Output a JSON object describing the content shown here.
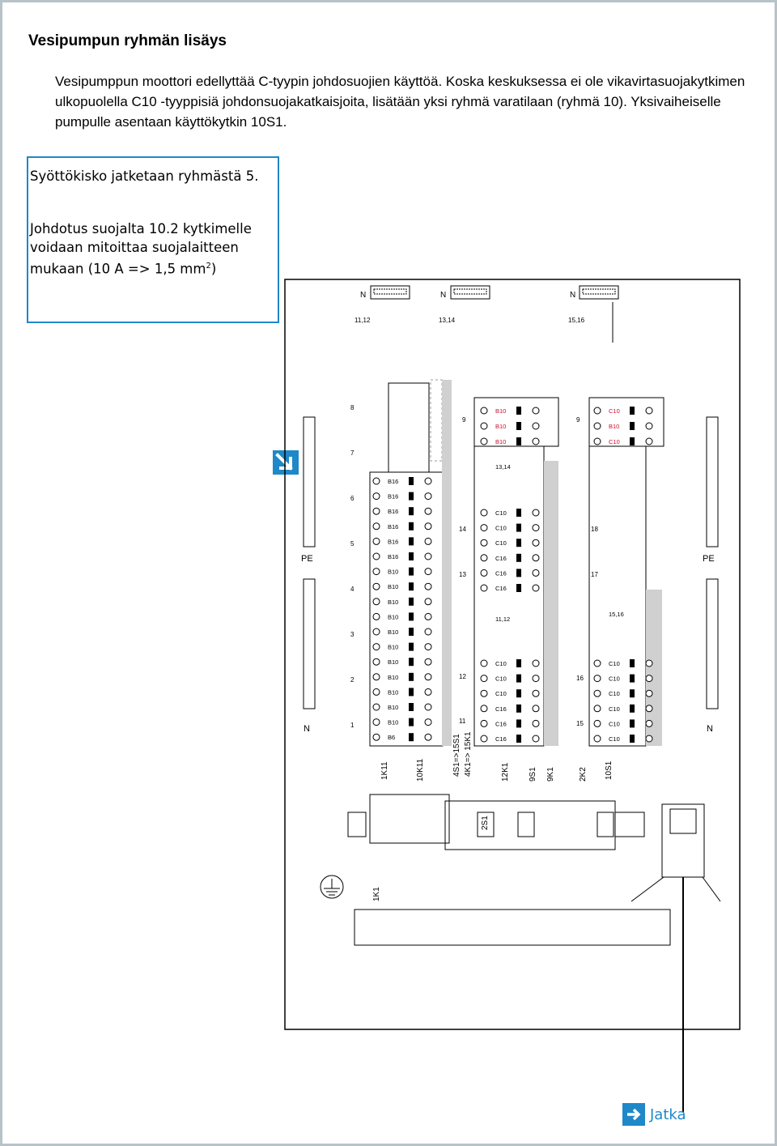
{
  "title": "Vesipumpun ryhmän lisäys",
  "intro": "Vesipumppun moottori edellyttää C-tyypin johdosuojien käyttöä. Koska keskuksessa ei ole vikavirtasuojakytkimen ulkopuolella C10 -tyyppisiä johdonsuojakatkaisjoita, lisätään yksi ryhmä varatilaan (ryhmä 10). Yksivaiheiselle pumpulle asentaan käyttökytkin 10S1.",
  "note": {
    "line1": "Syöttökisko jatketaan ryhmästä 5.",
    "line2a": "Johdotus suojalta 10.2 kytkimelle voidaan mitoittaa suojalaitteen mukaan (10 A => 1,5 mm",
    "sup": "2",
    "line2b": ")"
  },
  "diagram": {
    "n_labels": [
      "N",
      "N",
      "N"
    ],
    "n_terms": [
      "11,12",
      "13,14",
      "15,16"
    ],
    "pe": "PE",
    "n_side": "N",
    "rows_left_numbers": [
      "8",
      "7",
      "6",
      "5",
      "4",
      "3",
      "2",
      "1"
    ],
    "col1_breakers": [
      "B16",
      "B16",
      "B16",
      "B16",
      "B16",
      "B16",
      "B10",
      "B10",
      "B10",
      "B10",
      "B10",
      "B10",
      "B10",
      "B10",
      "B10",
      "B10",
      "B10",
      "B6"
    ],
    "col2_top": [
      "B10",
      "B10",
      "B10"
    ],
    "col2_label": "13,14",
    "col2_breakers": [
      "C10",
      "C10",
      "C10",
      "C16",
      "C16",
      "C16"
    ],
    "col2_label2": "11,12",
    "col2_bottom": [
      "C10",
      "C10",
      "C10",
      "C16",
      "C16",
      "C16"
    ],
    "col2_numbers": [
      "9",
      "14",
      "13",
      "12",
      "11"
    ],
    "col3_top": [
      "C10",
      "B10",
      "C10"
    ],
    "col3_label": "15,16",
    "col3_bottom": [
      "C10",
      "C10",
      "C10",
      "C10",
      "C10",
      "C10"
    ],
    "col3_numbers": [
      "9",
      "18",
      "17",
      "16",
      "15"
    ],
    "device_labels": [
      "1K11",
      "10K11",
      "4S1=>15S1",
      "4K1=> 15K1",
      "12K1",
      "9S1",
      "9K1",
      "2K2",
      "10S1"
    ],
    "relay_label": "2S1",
    "bottom_label": "1K1"
  },
  "link": {
    "label": "Jatka"
  },
  "colors": {
    "accent": "#1e88c9",
    "frame": "#b7c2c9",
    "red_text": "#c8102e"
  }
}
